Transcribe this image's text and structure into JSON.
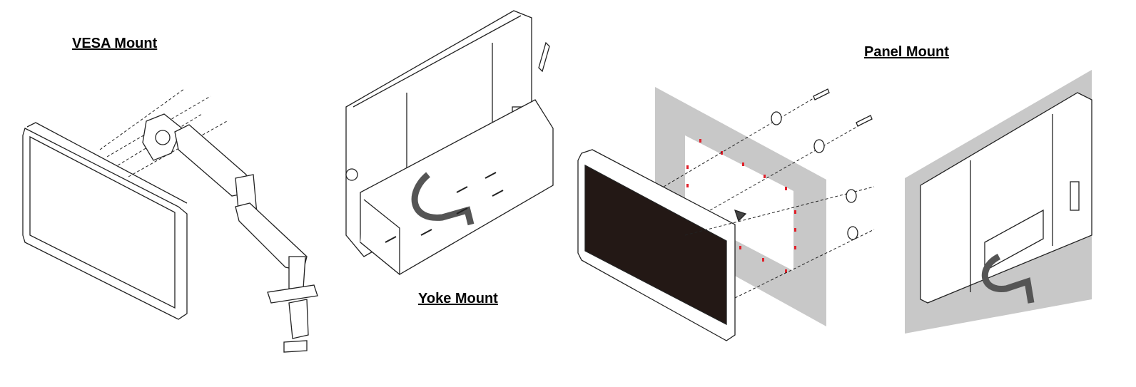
{
  "labels": {
    "vesa": "VESA Mount",
    "yoke": "Yoke Mount",
    "panel": "Panel Mount"
  },
  "colors": {
    "panel_wall": "#c8c8c8",
    "screen": "#231815",
    "screw_hole_marks": "#e0202a"
  }
}
